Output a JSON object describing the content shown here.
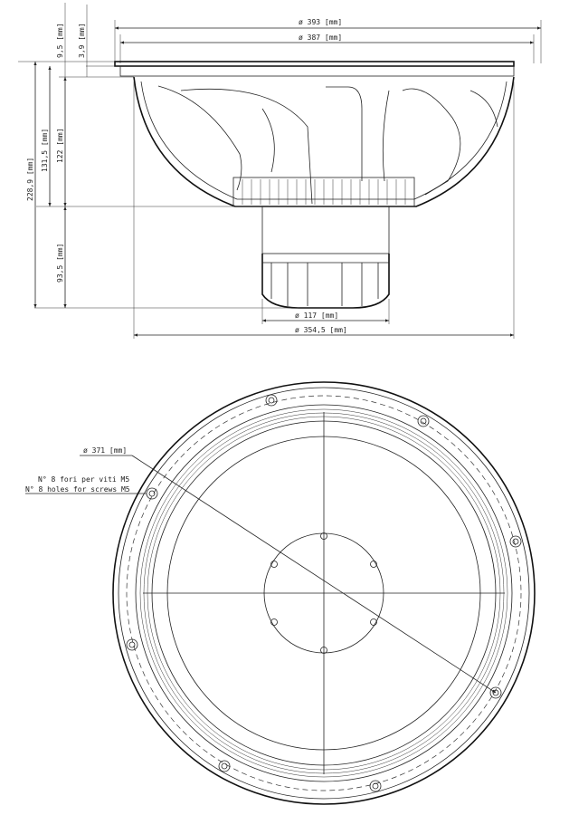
{
  "side_view": {
    "dim_outer_diameter": "ø 393  [mm]",
    "dim_flange_diameter": "ø 387  [mm]",
    "dim_flange_thickness": "9,5  [mm]",
    "dim_flange_step": "3,9  [mm]",
    "dim_total_depth": "228,9  [mm]",
    "dim_basket_depth": "131,5  [mm]",
    "dim_basket_inner_depth": "122  [mm]",
    "dim_magnet_depth": "93,5  [mm]",
    "dim_magnet_diameter": "ø 117  [mm]",
    "dim_basket_diameter": "ø 354,5  [mm]"
  },
  "front_view": {
    "dim_bolt_circle": "ø 371  [mm]",
    "holes_note_it": "N° 8 fori per viti M5",
    "holes_note_en": "N° 8 holes for screws M5"
  }
}
